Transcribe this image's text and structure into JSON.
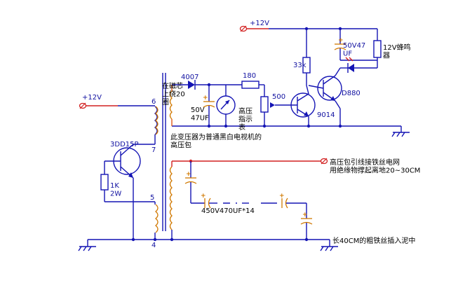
{
  "labels": {
    "vcc_top": "+12V",
    "vcc_left": "+12V",
    "d4007": "4007",
    "r180": "180",
    "r500": "500",
    "r33k": "33k",
    "cap_top": "50V47\nUF",
    "buzzer": "12V蜂鸣\n器",
    "q_d880": "D880",
    "q_9014": "9014",
    "coil_note": "在磁芯\n上绕20\n圈",
    "cap_50v": "50V\n47UF",
    "meter": "高压\n指示\n表",
    "transformer_note": "此变压器为普通黑白电视机的\n高压包",
    "q_3dd15p": "3DD15P",
    "r1k": "1K\n2W",
    "pin6": "6",
    "pin7": "7",
    "pin5": "5",
    "pin4": "4",
    "hv_lead": "高压包引线接铁丝电网\n用绝缘物撑起离地20~30CM",
    "cap_chain": "450V470UF*14",
    "ground_rod": "长40CM的粗铁丝插入泥中"
  }
}
